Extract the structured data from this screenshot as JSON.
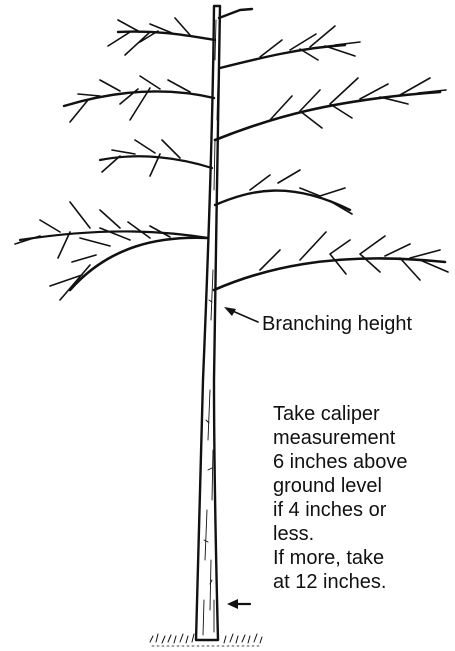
{
  "branching_label": "Branching height",
  "caliper_note": {
    "lines": [
      "Take caliper",
      "measurement",
      "6 inches above",
      "ground level",
      "if 4 inches or",
      "less.",
      "If more, take",
      "at 12 inches."
    ]
  },
  "colors": {
    "ink": "#111111",
    "background": "#ffffff"
  }
}
